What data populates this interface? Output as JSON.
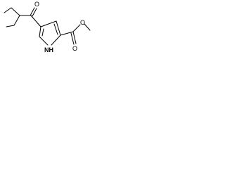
{
  "molecule": {
    "labels": {
      "carbonyl_oxygen_ketone": "O",
      "carbonyl_oxygen_ester": "O",
      "ester_oxygen": "O",
      "pyrrole_nh": "NH"
    },
    "colors": {
      "bond": "#000000",
      "text": "#000000",
      "background": "#ffffff"
    }
  }
}
